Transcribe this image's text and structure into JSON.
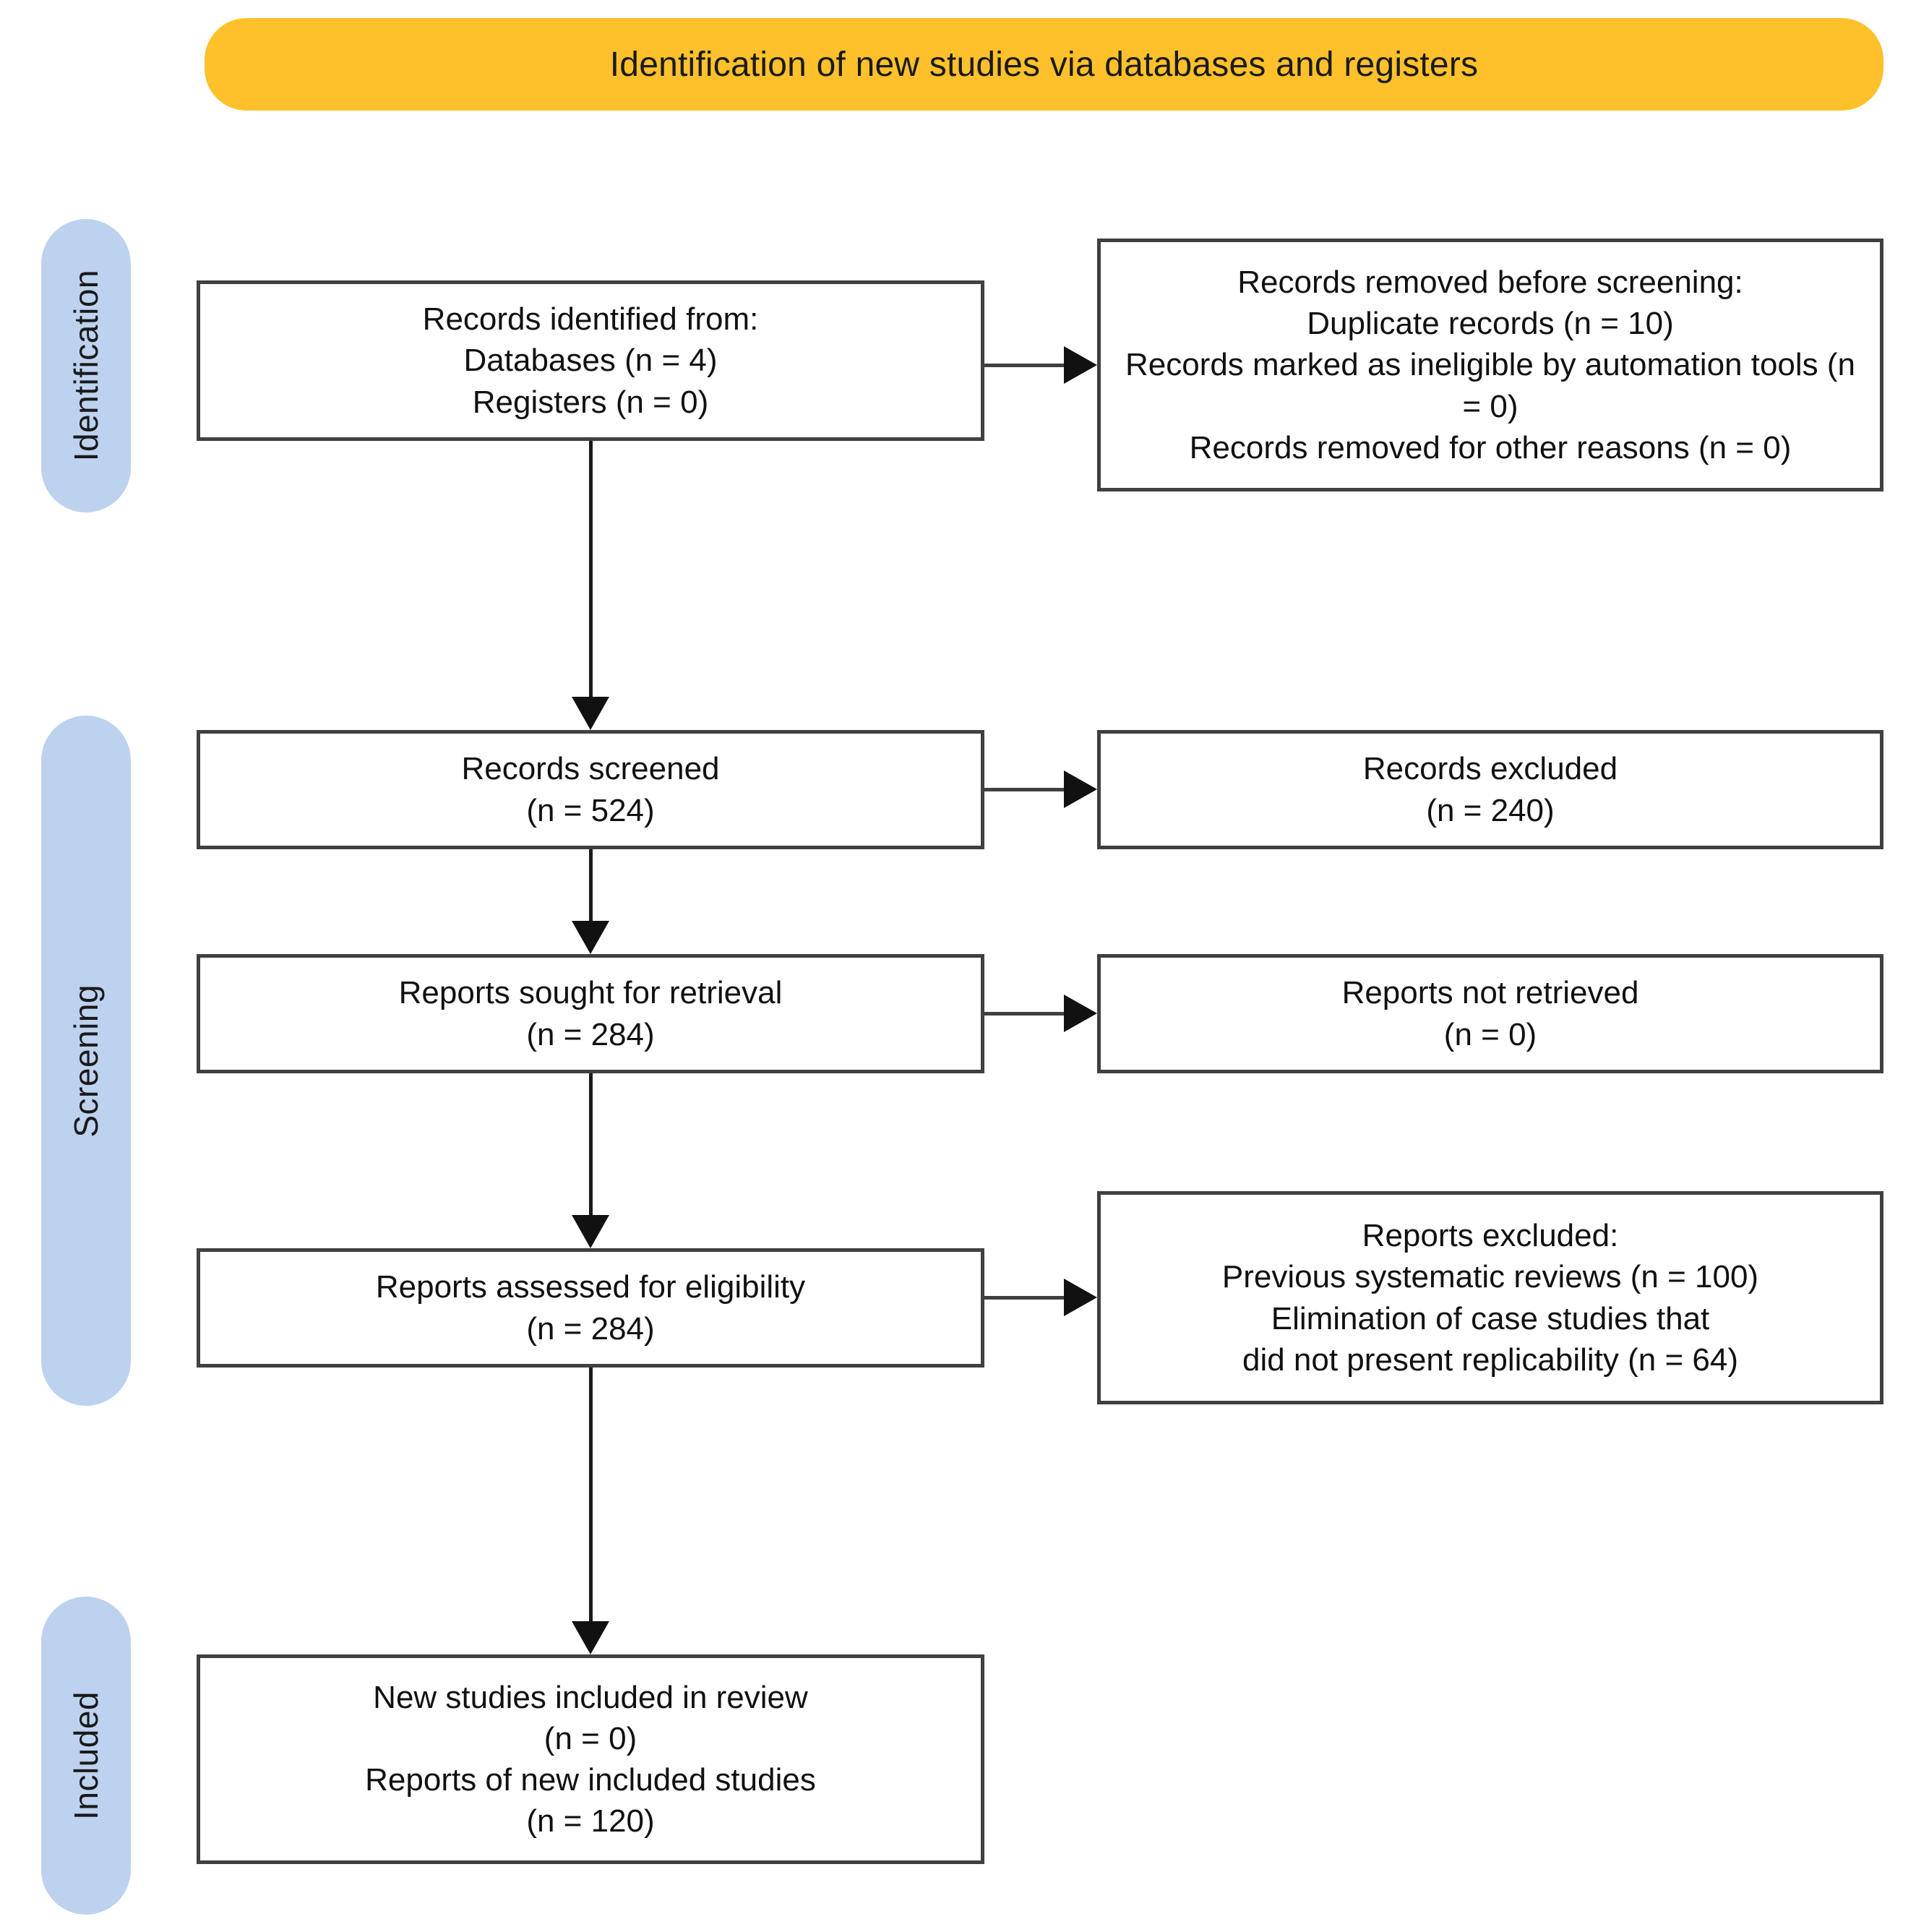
{
  "diagram": {
    "title": "Identification of new studies via databases and registers",
    "colors": {
      "banner": "#FFC12B",
      "stage_pill": "#BDD2EF",
      "box_border": "#404040",
      "connector": "#1a1a1a",
      "background": "#FFFFFF"
    }
  },
  "stages": [
    {
      "id": "identification",
      "label": "Identification"
    },
    {
      "id": "screening",
      "label": "Screening"
    },
    {
      "id": "included",
      "label": "Included"
    }
  ],
  "boxes": {
    "identified": {
      "lines": [
        "Records identified from:",
        "Databases (n = 4)",
        "Registers (n = 0)"
      ]
    },
    "removed_before_screening": {
      "lines": [
        "Records removed before screening:",
        "Duplicate records (n = 10)",
        "Records marked as ineligible by automation tools (n = 0)",
        "Records removed for other reasons (n = 0)"
      ]
    },
    "records_screened": {
      "lines": [
        "Records screened",
        "(n = 524)"
      ]
    },
    "records_excluded": {
      "lines": [
        "Records excluded",
        "(n = 240)"
      ]
    },
    "reports_sought": {
      "lines": [
        "Reports sought for retrieval",
        "(n = 284)"
      ]
    },
    "reports_not_retrieved": {
      "lines": [
        "Reports not retrieved",
        "(n = 0)"
      ]
    },
    "reports_assessed": {
      "lines": [
        "Reports assessed for eligibility",
        "(n = 284)"
      ]
    },
    "reports_excluded": {
      "lines": [
        "Reports excluded:",
        "Previous systematic reviews (n = 100)",
        "Elimination of case studies that",
        "did not present replicability (n = 64)"
      ]
    },
    "new_studies_included": {
      "lines": [
        "New studies included in review",
        "(n = 0)",
        "Reports of new included studies",
        "(n = 120)"
      ]
    }
  },
  "counts": {
    "databases": 4,
    "registers": 0,
    "duplicate_records": 10,
    "ineligible_by_automation": 0,
    "removed_other_reasons": 0,
    "records_screened": 524,
    "records_excluded": 240,
    "reports_sought": 284,
    "reports_not_retrieved": 0,
    "reports_assessed": 284,
    "previous_systematic_reviews": 100,
    "no_replicability_case_studies": 64,
    "new_studies_included": 0,
    "reports_of_new_included_studies": 120
  }
}
